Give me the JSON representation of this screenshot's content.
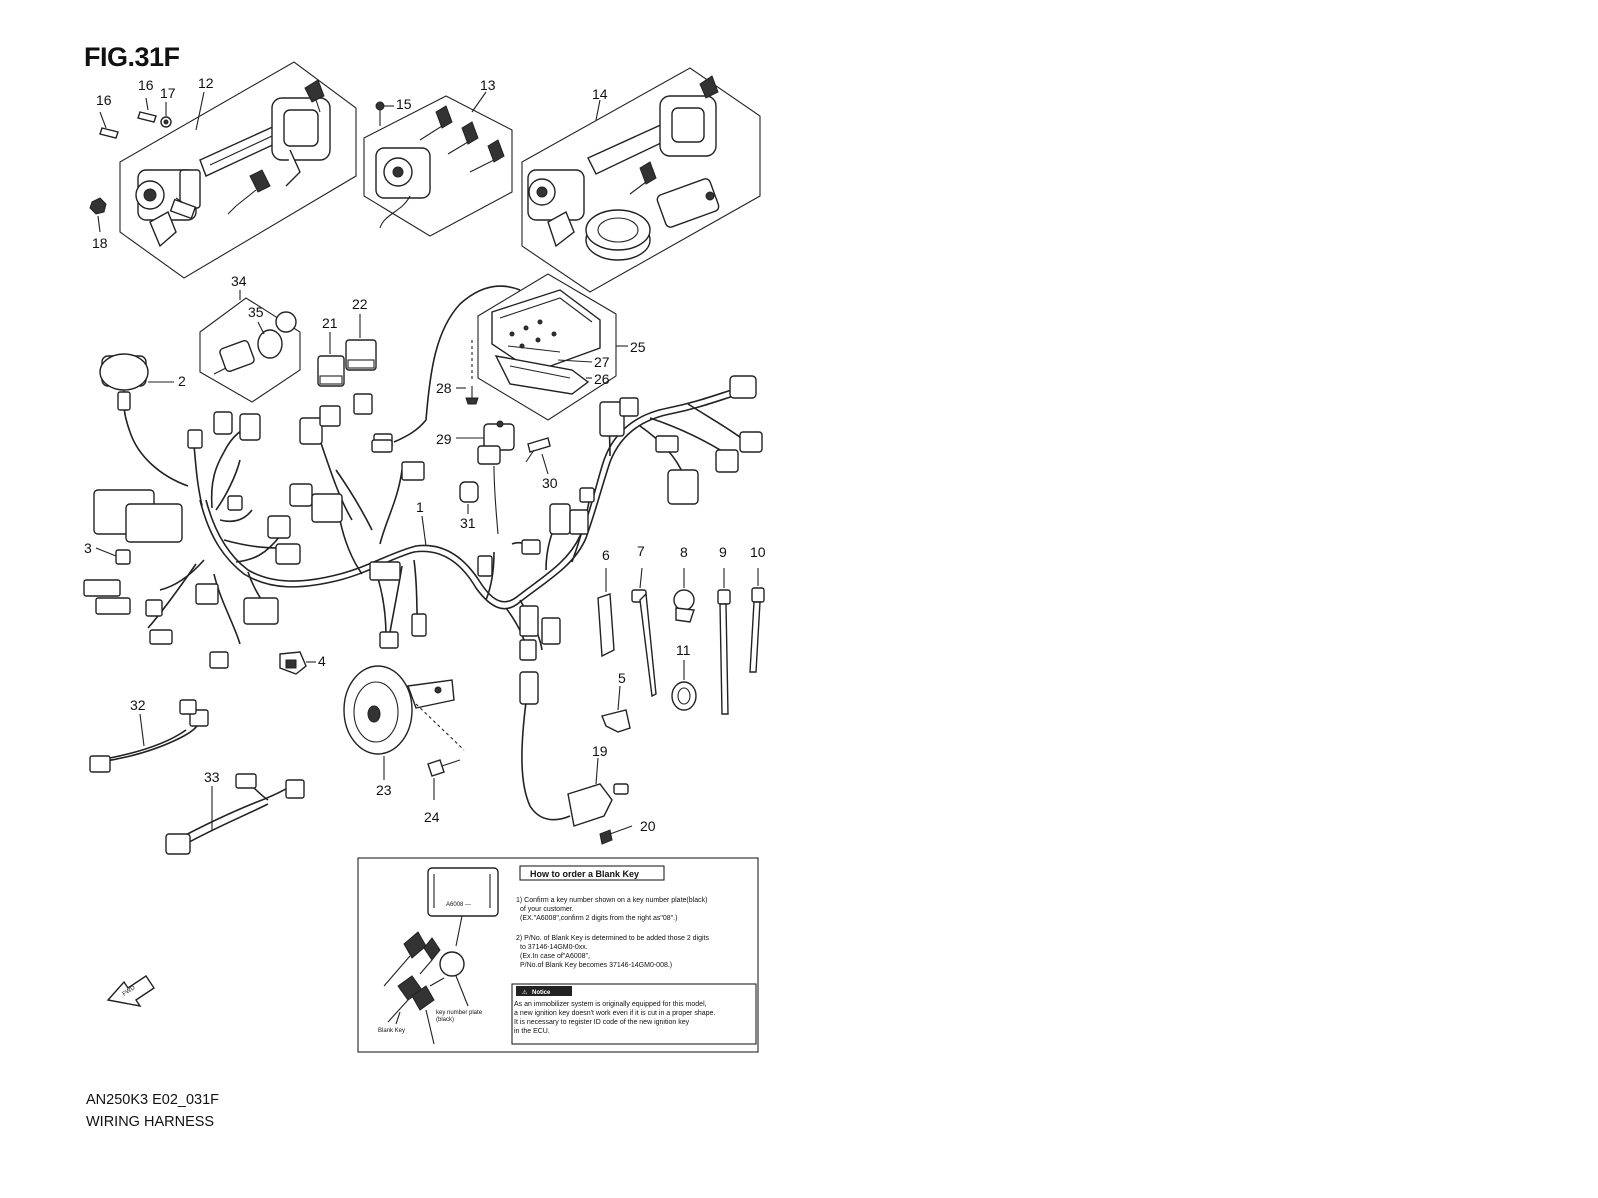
{
  "figure": {
    "title": "FIG.31F",
    "code": "AN250K3 E02_031F",
    "name": "WIRING HARNESS"
  },
  "callouts": {
    "c1": "1",
    "c2": "2",
    "c3": "3",
    "c4": "4",
    "c5": "5",
    "c6": "6",
    "c7": "7",
    "c8": "8",
    "c9": "9",
    "c10": "10",
    "c11": "11",
    "c12": "12",
    "c13": "13",
    "c14": "14",
    "c15": "15",
    "c16a": "16",
    "c16b": "16",
    "c17": "17",
    "c18": "18",
    "c19": "19",
    "c20": "20",
    "c21": "21",
    "c22": "22",
    "c23": "23",
    "c24": "24",
    "c25": "25",
    "c26": "26",
    "c27": "27",
    "c28": "28",
    "c29": "29",
    "c30": "30",
    "c31": "31",
    "c32": "32",
    "c33": "33",
    "c34": "34",
    "c35": "35"
  },
  "blank_key_box": {
    "heading": "How to order a Blank Key",
    "step1": [
      "1) Confirm a key number shown on a key number plate(black)",
      "of your customer.",
      "(EX.\"A6008\",confirm 2 digits from the right as\"08\".)"
    ],
    "step2": [
      "2) P/No. of Blank Key is determined to be added those 2 digits",
      "to 37146-14GM0-0xx.",
      "(Ex.In case of\"A6008\",",
      "P/No.of Blank Key becomes 37146-14GM0-008.)"
    ],
    "notice_label": "Notice",
    "notice": [
      "As an immobilizer system is originally equipped for this model,",
      "a new ignition key doesn't work even if it is cut in a proper shape.",
      "It is necessary to register ID code of the new ignition key",
      "in the ECU."
    ],
    "plate_code": "A6008 ---",
    "plate_label": [
      "key number plate",
      "(black)"
    ],
    "blank_key_label": "Blank Key"
  },
  "fwd_label": "FWD"
}
